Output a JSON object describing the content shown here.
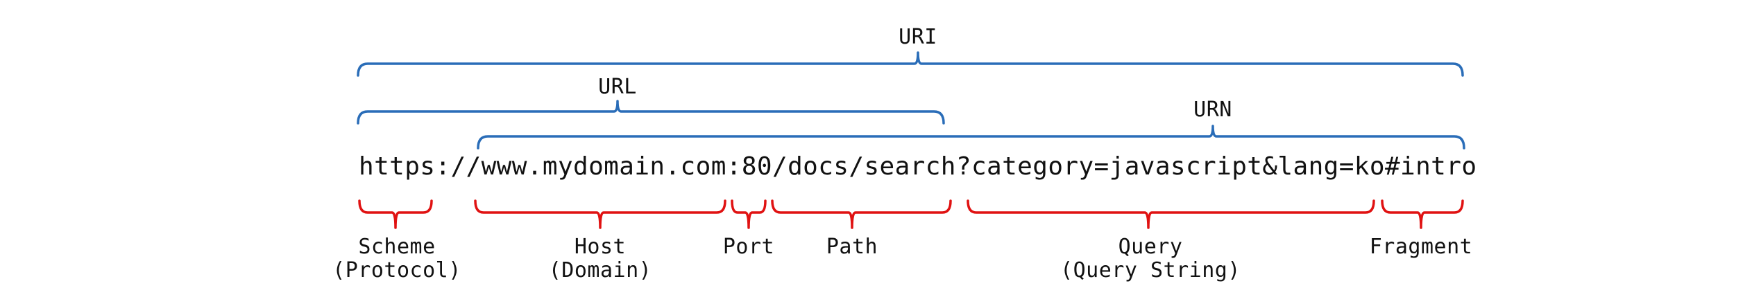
{
  "diagram": {
    "url_text": "https://www.mydomain.com:80/docs/search?category=javascript&lang=ko#intro",
    "identifier_labels": {
      "uri": "URI",
      "url": "URL",
      "urn": "URN"
    },
    "component_labels": {
      "scheme": {
        "name": "Scheme",
        "sub": "(Protocol)"
      },
      "host": {
        "name": "Host",
        "sub": "(Domain)"
      },
      "port": {
        "name": "Port"
      },
      "path": {
        "name": "Path"
      },
      "query": {
        "name": "Query",
        "sub": "(Query String)"
      },
      "fragment": {
        "name": "Fragment"
      }
    },
    "colors": {
      "identifier_brace_blue": "#2a6db8",
      "component_brace_red": "#e01212",
      "text": "#111111",
      "background": "#ffffff"
    }
  }
}
